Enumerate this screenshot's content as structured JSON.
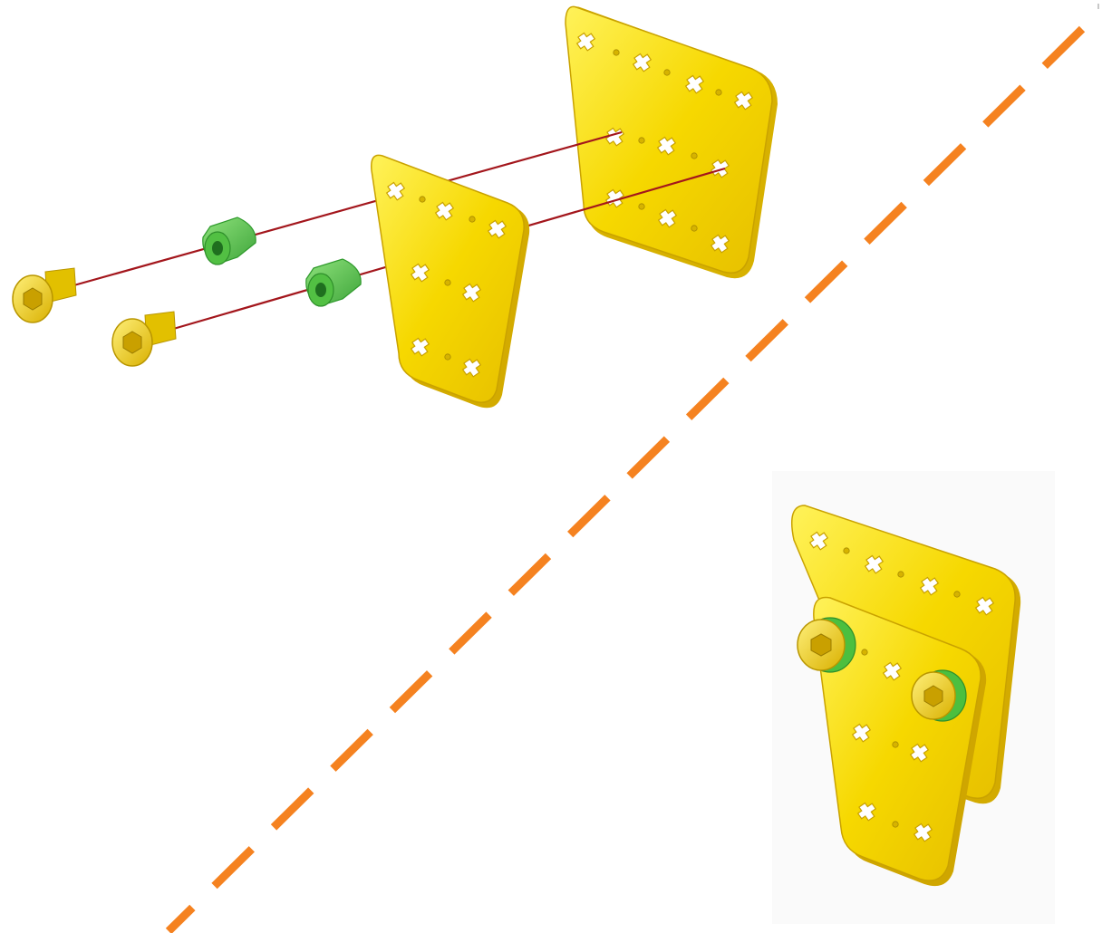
{
  "colors": {
    "background": "#ffffff",
    "plate_yellow": "#f5d800",
    "plate_yellow_dark": "#d9b200",
    "plate_yellow_light": "#fff05a",
    "spacer_green": "#5ccf4a",
    "spacer_green_dark": "#2f9a2c",
    "guide_line_red": "#a3161c",
    "divider_orange": "#f58220",
    "slot_white": "#ffffff"
  },
  "diagram": {
    "step": "exploded-assembly",
    "parts": {
      "large_plate": "square-plate-icon",
      "small_plate": "trapezoid-plate-icon",
      "spacers": "spacer-icon",
      "screws": "hex-screw-icon"
    },
    "counts": {
      "spacers": 2,
      "screws": 2,
      "guide_lines": 2
    },
    "divider": "dashed-diagonal-line"
  }
}
